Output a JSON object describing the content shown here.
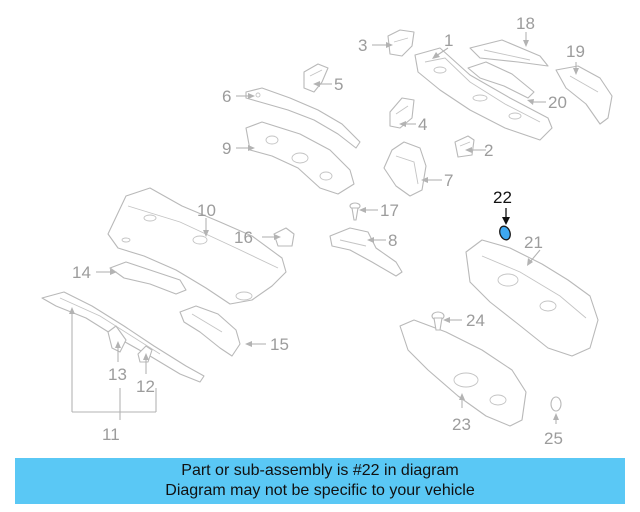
{
  "diagram": {
    "callouts": [
      "1",
      "2",
      "3",
      "4",
      "5",
      "6",
      "7",
      "8",
      "9",
      "10",
      "11",
      "12",
      "13",
      "14",
      "15",
      "16",
      "17",
      "18",
      "19",
      "20",
      "21",
      "22",
      "23",
      "24",
      "25"
    ],
    "highlighted_callout": "22",
    "colors": {
      "line": "#b9b9b9",
      "callout_text": "#9c9c9c",
      "highlight_fill": "#3ea8f0",
      "highlight_text": "#111111"
    }
  },
  "banner": {
    "line1": "Part or sub-assembly is #22 in diagram",
    "line2": "Diagram may not be specific to your vehicle",
    "background": "#5ac8f5"
  }
}
